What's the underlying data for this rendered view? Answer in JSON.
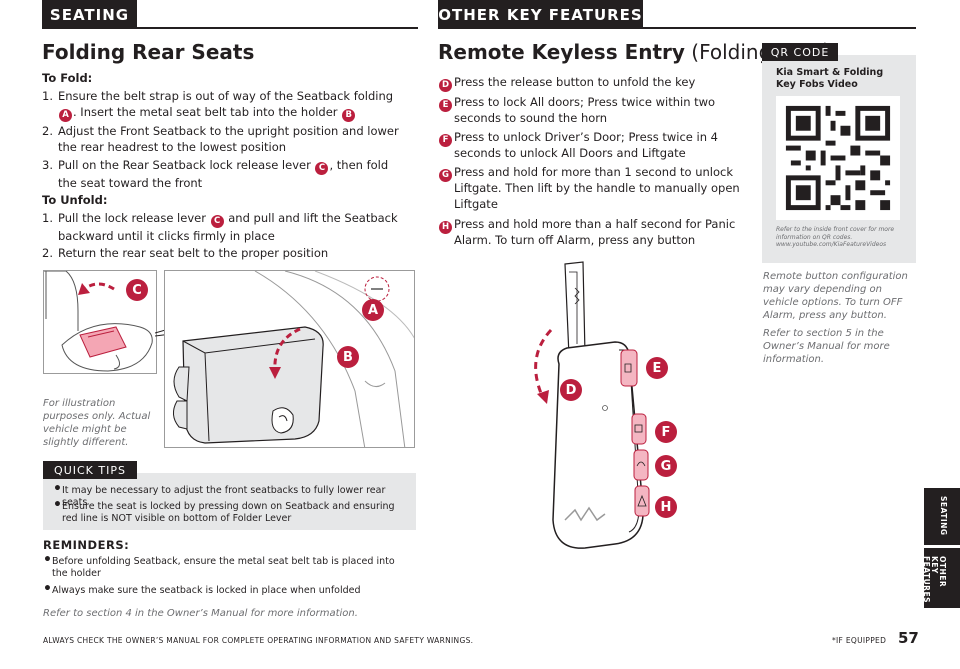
{
  "header": {
    "left_tab": "SEATING",
    "right_tab": "OTHER KEY FEATURES"
  },
  "folding": {
    "title": "Folding Rear Seats",
    "to_fold_label": "To Fold:",
    "fold_steps": [
      {
        "num": "1.",
        "pre": "Ensure the belt strap is out of way of the Seatback folding ",
        "badge": "A",
        "mid": ". Insert the metal seat belt tab into the holder ",
        "badge2": "B"
      },
      {
        "num": "2.",
        "text": "Adjust the Front Seatback to the upright position and lower the rear headrest to the lowest position"
      },
      {
        "num": "3.",
        "pre": "Pull on the Rear Seatback lock release lever ",
        "badge": "C",
        "post": ", then fold the seat toward the front"
      }
    ],
    "to_unfold_label": "To Unfold:",
    "unfold_steps": [
      {
        "num": "1.",
        "pre": "Pull the lock release lever ",
        "badge": "C",
        "post": " and pull and lift the Seatback backward until it clicks firmly in place"
      },
      {
        "num": "2.",
        "text": "Return the rear seat belt to the proper position"
      }
    ],
    "illustration_note": "For illustration purposes only. Actual vehicle might be slightly different.",
    "figure_badges": [
      "C",
      "A",
      "B"
    ]
  },
  "quick_tips": {
    "label": "QUICK TIPS",
    "items": [
      "It may be necessary to adjust the front seatbacks to fully lower rear seats",
      "Ensure the seat is locked by pressing down on Seatback and ensuring red line is NOT visible on bottom of Folder Lever"
    ]
  },
  "reminders": {
    "title": "REMINDERS:",
    "items": [
      "Before unfolding Seatback, ensure the metal seat belt tab is placed into the holder",
      "Always make sure the seatback is locked in place when unfolded"
    ],
    "refer": "Refer to section 4 in the Owner’s Manual for more information."
  },
  "remote": {
    "title_bold": "Remote Keyless Entry",
    "title_light": " (Folding Key)",
    "title_sup": "*",
    "items": [
      {
        "badge": "D",
        "text": "Press the release button to unfold the key"
      },
      {
        "badge": "E",
        "text": "Press to lock All doors; Press twice within two seconds to sound the horn"
      },
      {
        "badge": "F",
        "text": "Press to unlock Driver’s Door; Press twice in 4 seconds to unlock All Doors and Liftgate"
      },
      {
        "badge": "G",
        "text": "Press and hold for more than 1 second to unlock Liftgate. Then lift by the handle to manually open Liftgate"
      },
      {
        "badge": "H",
        "text": "Press and hold more than a half second for Panic Alarm. To turn off Alarm, press any button"
      }
    ],
    "figure_badges": [
      "E",
      "D",
      "F",
      "G",
      "H"
    ],
    "config_note": "Remote button configuration may vary depending on vehicle options. To turn OFF Alarm, press any button.",
    "refer_note": "Refer to section 5 in the Owner’s Manual for more information."
  },
  "qr": {
    "tag": "QR CODE",
    "title": "Kia Smart & Folding Key Fobs Video",
    "caption": "Refer to the inside front cover for more information on QR codes. www.youtube.com/KiaFeatureVideos"
  },
  "side_tabs": [
    "SEATING",
    "OTHER KEY FEATURES"
  ],
  "footer": {
    "warning": "ALWAYS CHECK THE OWNER’S MANUAL FOR COMPLETE OPERATING INFORMATION AND SAFETY WARNINGS.",
    "equipped": "*IF EQUIPPED",
    "page": "57"
  },
  "colors": {
    "accent_red": "#bb1f3e",
    "dark": "#231f20",
    "panel_gray": "#e6e7e8"
  }
}
